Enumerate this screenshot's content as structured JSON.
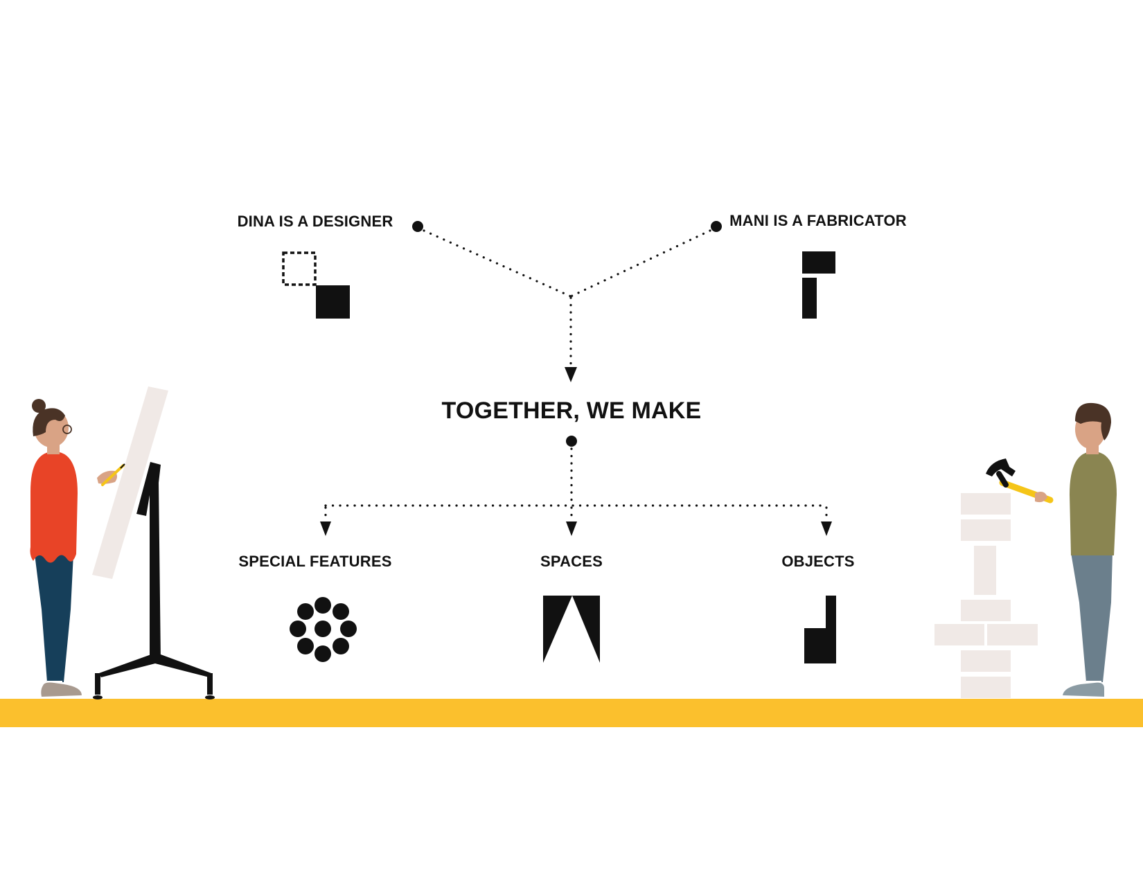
{
  "diagram": {
    "designer_label": "DINA IS A DESIGNER",
    "fabricator_label": "MANI IS A FABRICATOR",
    "center_label": "TOGETHER, WE MAKE",
    "outputs": [
      {
        "label": "SPECIAL FEATURES",
        "icon": "dot-cluster-icon"
      },
      {
        "label": "SPACES",
        "icon": "spaces-icon"
      },
      {
        "label": "OBJECTS",
        "icon": "objects-icon"
      }
    ],
    "designer_icon": "overlapping-squares-icon",
    "fabricator_icon": "fabricator-block-icon"
  },
  "illustrations": {
    "left_figure": "designer-figure",
    "right_figure": "fabricator-figure",
    "tools": [
      "drafting-table-icon",
      "hammer-icon",
      "brick-stack-icon"
    ]
  },
  "colors": {
    "ink": "#111111",
    "ground": "#fbc02d",
    "designer_shirt": "#e84427",
    "designer_pants": "#163f5a",
    "fabricator_shirt": "#8a8551",
    "fabricator_pants": "#6b7f8c",
    "skin": "#d9a385",
    "hair": "#4a3326",
    "paper": "#f0e9e6"
  }
}
